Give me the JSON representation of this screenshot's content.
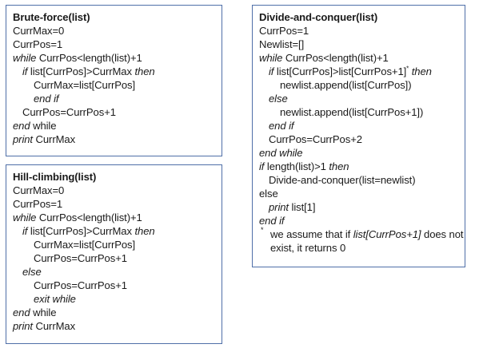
{
  "document": {
    "type": "pseudocode-figure",
    "background_color": "#ffffff",
    "box_border_color": "#4f6fa8"
  },
  "boxes": [
    {
      "id": "brute-force",
      "title": "Brute-force(list)",
      "lines": [
        {
          "indent": 0,
          "text": "CurrMax=0"
        },
        {
          "indent": 0,
          "text": "CurrPos=1"
        },
        {
          "indent": 0,
          "kw": "while",
          "text": " CurrPos<length(list)+1"
        },
        {
          "indent": 1,
          "kw": "if",
          "text": " list[CurrPos]>CurrMax ",
          "kw2": "then"
        },
        {
          "indent": 2,
          "text": "CurrMax=list[CurrPos]"
        },
        {
          "indent": 2,
          "kw": "end if",
          "text": ""
        },
        {
          "indent": 1,
          "text": "CurrPos=CurrPos+1"
        },
        {
          "indent": 0,
          "kw": "end",
          "text": " while"
        },
        {
          "indent": 0,
          "kw": "print",
          "text": " CurrMax"
        }
      ]
    },
    {
      "id": "hill-climbing",
      "title": "Hill-climbing(list)",
      "lines": [
        {
          "indent": 0,
          "text": "CurrMax=0"
        },
        {
          "indent": 0,
          "text": "CurrPos=1"
        },
        {
          "indent": 0,
          "kw": "while",
          "text": " CurrPos<length(list)+1"
        },
        {
          "indent": 1,
          "kw": "if",
          "text": " list[CurrPos]>CurrMax ",
          "kw2": "then"
        },
        {
          "indent": 2,
          "text": "CurrMax=list[CurrPos]"
        },
        {
          "indent": 2,
          "text": "CurrPos=CurrPos+1"
        },
        {
          "indent": 1,
          "kw": "else",
          "text": ""
        },
        {
          "indent": 2,
          "text": "CurrPos=CurrPos+1"
        },
        {
          "indent": 2,
          "kw": "exit while",
          "text": ""
        },
        {
          "indent": 0,
          "kw": "end",
          "text": " while"
        },
        {
          "indent": 0,
          "kw": "print",
          "text": " CurrMax"
        }
      ]
    },
    {
      "id": "divide-conquer",
      "title": "Divide-and-conquer(list)",
      "lines": [
        {
          "indent": 0,
          "text": "CurrPos=1"
        },
        {
          "indent": 0,
          "text": "Newlist=[]"
        },
        {
          "indent": 0,
          "kw": "while",
          "text": " CurrPos<length(list)+1"
        },
        {
          "indent": 1,
          "kw": "if",
          "text": " list[CurrPos]>list[CurrPos+1]",
          "sup": "*",
          "kw2": " then"
        },
        {
          "indent": 2,
          "text": "newlist.append(list[CurrPos])"
        },
        {
          "indent": 1,
          "kw": "else",
          "text": ""
        },
        {
          "indent": 2,
          "text": "newlist.append(list[CurrPos+1])"
        },
        {
          "indent": 1,
          "kw": "end if",
          "text": ""
        },
        {
          "indent": 1,
          "text": "CurrPos=CurrPos+2"
        },
        {
          "indent": 0,
          "kw": "end while",
          "text": ""
        },
        {
          "indent": 0,
          "kw": "if",
          "text": " length(list)>1 ",
          "kw2": "then"
        },
        {
          "indent": 1,
          "text": "Divide-and-conquer(list=newlist)"
        },
        {
          "indent": 0,
          "text": "else"
        },
        {
          "indent": 1,
          "kw": "print",
          "text": " list[1]"
        },
        {
          "indent": 0,
          "kw": "end if",
          "text": ""
        }
      ],
      "footnote": {
        "mark": "*",
        "line1_pre": "we assume that if ",
        "line1_italic": "list[CurrPos+1]",
        "line1_post": " does not",
        "line2": "exist, it returns 0"
      }
    }
  ]
}
